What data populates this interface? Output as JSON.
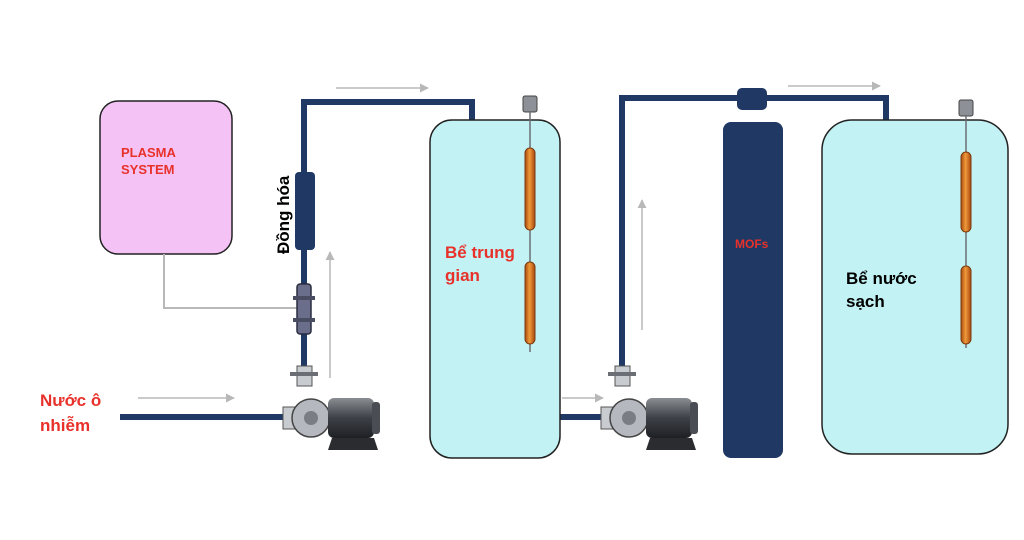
{
  "labels": {
    "plasma_line1": "PLASMA",
    "plasma_line2": "SYSTEM",
    "homogenizer": "Đồng hóa",
    "inlet_line1": "Nước ô",
    "inlet_line2": "nhiễm",
    "intermediate_line1": "Bể trung",
    "intermediate_line2": "gian",
    "mofs": "MOFs",
    "clean_line1": "Bể nước",
    "clean_line2": "sạch"
  },
  "colors": {
    "pipe": "#1f3864",
    "plasma_fill": "#f4c2f4",
    "tank_fill": "#c2f2f4",
    "mofs_fill": "#1f3864",
    "red_label": "#e8312a",
    "arrow": "#b8b8b8",
    "uv_lamp": "#e07b1f"
  }
}
